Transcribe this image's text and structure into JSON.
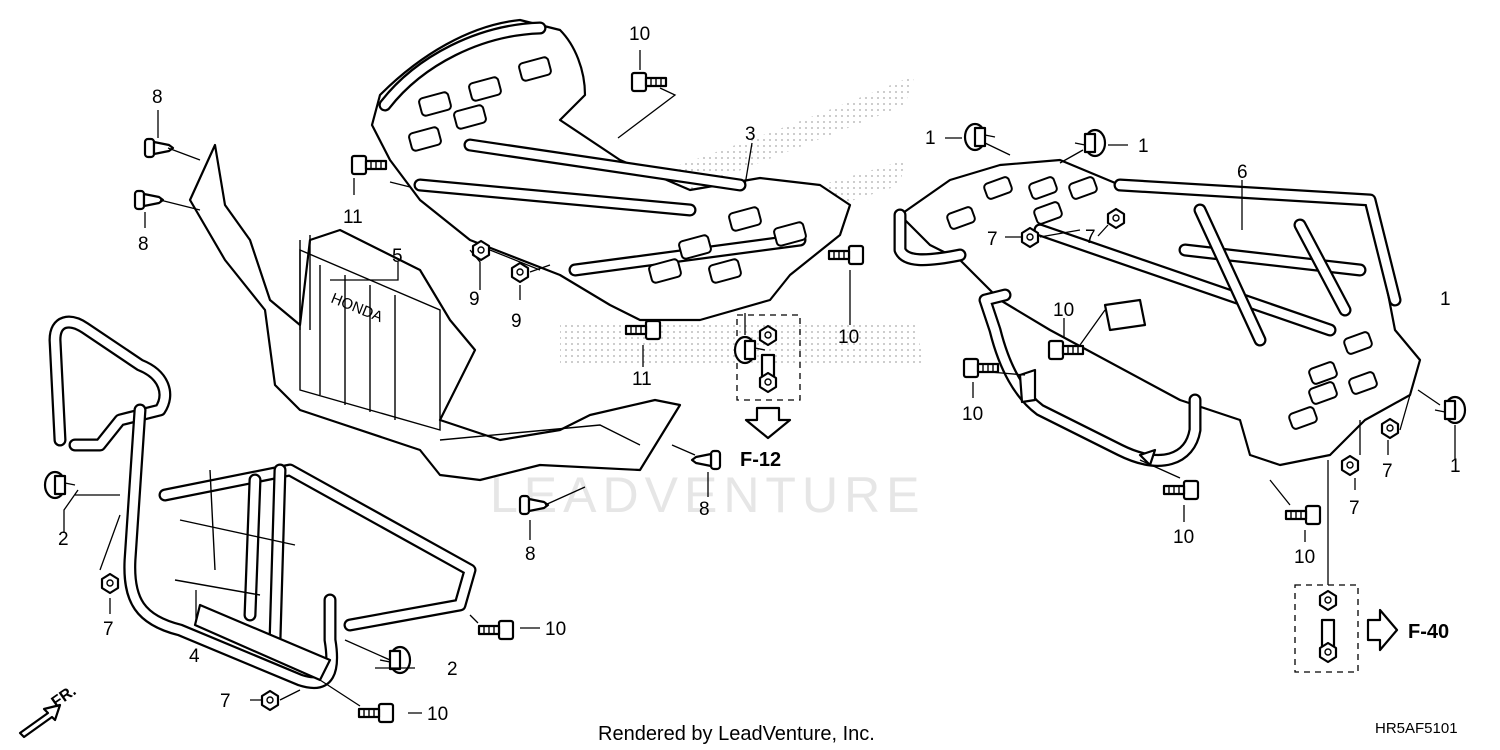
{
  "watermark": "LEADVENTURE",
  "footer": {
    "rendered_by": "Rendered by LeadVenture, Inc.",
    "diagram_code": "HR5AF5101"
  },
  "front_marker": "FR.",
  "references": {
    "f12": "F-12",
    "f40": "F-40"
  },
  "callouts": {
    "c1a": "1",
    "c1b": "1",
    "c1c": "1",
    "c1d": "1",
    "c2a": "2",
    "c2b": "2",
    "c3": "3",
    "c4": "4",
    "c5": "5",
    "c6": "6",
    "c7a": "7",
    "c7b": "7",
    "c7c": "7",
    "c7d": "7",
    "c7e": "7",
    "c7f": "7",
    "c8a": "8",
    "c8b": "8",
    "c8c": "8",
    "c8d": "8",
    "c9a": "9",
    "c9b": "9",
    "c10a": "10",
    "c10b": "10",
    "c10c": "10",
    "c10d": "10",
    "c10e": "10",
    "c10f": "10",
    "c10g": "10",
    "c10h": "10",
    "c11a": "11",
    "c11b": "11"
  }
}
